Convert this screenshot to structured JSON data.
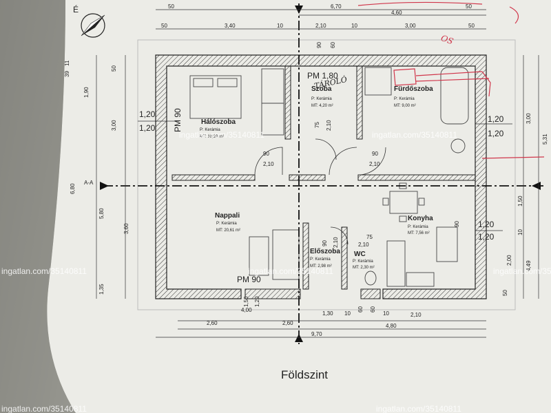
{
  "title": "Földszint",
  "watermark": "ingatlan.com/35140811",
  "compass_label": "É",
  "section_label": "A-A",
  "rooms": [
    {
      "name": "Hálószoba",
      "floor": "P:    Kerámia",
      "area": "MT: 10,20 m²"
    },
    {
      "name": "Szoba",
      "floor": "P:    Kerámia",
      "area": "MT: 4,20 m²"
    },
    {
      "name": "Fürdőszoba",
      "floor": "P:    Kerámia",
      "area": "MT: 9,00 m²"
    },
    {
      "name": "Nappali",
      "floor": "P:    Kerámia",
      "area": "MT: 20,61 m²"
    },
    {
      "name": "Konyha",
      "floor": "P:    Kerámia",
      "area": "MT: 7,56 m²"
    },
    {
      "name": "Előszoba",
      "floor": "P:    Kerámia",
      "area": "MT: 2,98 m²"
    },
    {
      "name": "WC",
      "floor": "P:    Kerámia",
      "area": "MT: 2,30 m²"
    }
  ],
  "handwritten": {
    "room_note": "TÁROLÓ",
    "mark": "OS"
  },
  "labels": {
    "pm_top": "PM 1,80",
    "pm_left": "PM 90",
    "pm_bottom": "PM 90",
    "top_dims_row1": [
      "50",
      "6,70",
      "50"
    ],
    "top_dims_row2": [
      "4,60"
    ],
    "top_dims_row3": [
      "50",
      "3,40",
      "10",
      "2,10",
      "10",
      "3,00",
      "50"
    ],
    "top_openings": [
      "90",
      "60"
    ],
    "left_dims": [
      "11",
      "39",
      "1,90",
      "50",
      "3,00",
      "6,80",
      "5,80",
      "3,60",
      "1,35"
    ],
    "right_dims": [
      "3,00",
      "5,31",
      "1,50",
      "10",
      "2,00",
      "4,49",
      "50"
    ],
    "window_dims": [
      "1,20",
      "1,20",
      "1,20",
      "1,20",
      "1,20",
      "1,20"
    ],
    "door_dims": [
      "90",
      "2,10",
      "90",
      "2,10",
      "75",
      "2,10",
      "75",
      "2,10",
      "90",
      "2,10",
      "90"
    ],
    "bottom_openings": [
      "1,50",
      "1,20",
      "4,00",
      "1,30",
      "10",
      "2,10",
      "60",
      "60",
      "10"
    ],
    "bottom_dims_row1": [
      "2,60",
      "2,60",
      "4,80"
    ],
    "bottom_dims_row2": [
      "9,70"
    ],
    "kitchen_window": "90"
  }
}
